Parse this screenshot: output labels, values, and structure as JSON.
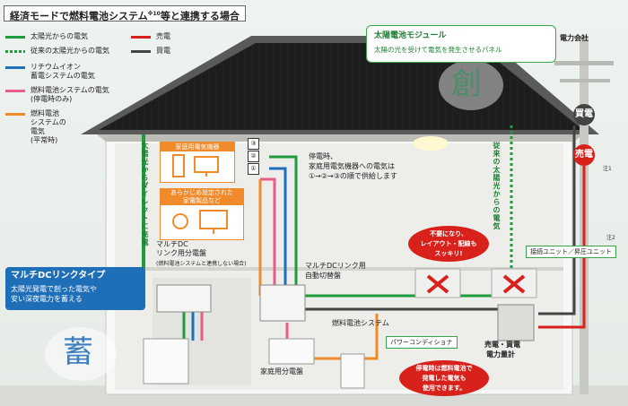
{
  "title": "経済モードで燃料電池システム",
  "title_sup": "※10",
  "title_rest": "等と連携する場合",
  "legend": [
    {
      "label": "太陽光からの電気",
      "color": "#1e9b3c",
      "style": "solid"
    },
    {
      "label": "従来の太陽光からの電気",
      "color": "#1e9b3c",
      "style": "dotted"
    },
    {
      "label": "リチウムイオン",
      "label2": "蓄電システムの電気",
      "color": "#1f6fb8",
      "style": "solid"
    },
    {
      "label": "燃料電池システムの電気",
      "label2": "(停電時のみ)",
      "color": "#e95a8f",
      "style": "solid"
    },
    {
      "label": "燃料電池",
      "label2": "システムの",
      "label3": "電気",
      "label4": "(平常時)",
      "color": "#f08a2a",
      "style": "solid"
    }
  ],
  "legend_right": [
    {
      "label": "売電",
      "color": "#d7211a"
    },
    {
      "label": "買電",
      "color": "#444444"
    }
  ],
  "solar_module": {
    "title": "太陽電池モジュール",
    "desc": "太陽の光を受けて電気を発生させるパネル"
  },
  "power_company": "電力会社",
  "kai_den": "買電",
  "bai_den": "売電",
  "note1": "注1",
  "note2": "注2",
  "so_char": "創",
  "chiku_char": "蓄",
  "solar_direct": "太陽光からダイレクトに充電",
  "solar_old": "従来の太陽光からの電気",
  "appliances_box": {
    "head": "家庭用電気機器"
  },
  "preset_box": {
    "head1": "あらかじめ設定された",
    "head2": "家電製品など"
  },
  "nums": [
    "③",
    "②",
    "①"
  ],
  "outage_text": [
    "停電時、",
    "家庭用電気機器への電気は",
    "①→②→③の順で供給します"
  ],
  "multi_dc_panel": [
    "マルチDC",
    "リンク用分電盤",
    "(燃料電池システムと連携しない場合)"
  ],
  "auto_switch": [
    "マルチDCリンク用",
    "自動切替盤"
  ],
  "fuel_cell": "燃料電池システム",
  "home_panel": "家庭用分電盤",
  "power_conditioner": "パワーコンディショナ",
  "meter": [
    "売電・買電",
    "電力量計"
  ],
  "connect_unit": "接続ユニット／昇圧ユニット",
  "bubble_unneeded": [
    "不要になり、",
    "レイアウト・配線も",
    "スッキリ!"
  ],
  "bubble_outage": [
    "停電時は燃料電池で",
    "発電した電気も",
    "使用できます。"
  ],
  "multi_dc_type": {
    "title": "マルチDCリンクタイプ",
    "desc": [
      "太陽光発電で創った電気や",
      "安い深夜電力を蓄える"
    ]
  }
}
